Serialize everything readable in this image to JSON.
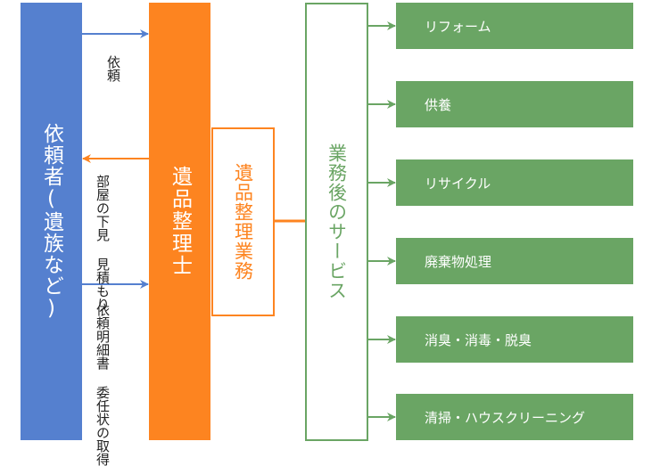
{
  "diagram": {
    "client": {
      "label": "依頼者(遺族など)",
      "color": "#5580cf"
    },
    "organizer": {
      "label": "遺品整理士",
      "color": "#fd8420"
    },
    "work": {
      "label": "遺品整理業務",
      "color": "#fd8420"
    },
    "after_service": {
      "label": "業務後のサービス",
      "color": "#6aa564"
    },
    "flows": [
      {
        "direction": "client-to-organizer",
        "lines": [
          "依頼"
        ]
      },
      {
        "direction": "organizer-to-client",
        "lines": [
          "部屋の下見",
          "見積もり"
        ]
      },
      {
        "direction": "client-to-organizer",
        "lines": [
          "依頼明細書",
          "委任状の取得"
        ]
      }
    ],
    "services": [
      {
        "label": "リフォーム"
      },
      {
        "label": "供養"
      },
      {
        "label": "リサイクル"
      },
      {
        "label": "廃棄物処理"
      },
      {
        "label": "消臭・消毒・脱臭"
      },
      {
        "label": "清掃・ハウスクリーニング"
      }
    ]
  }
}
